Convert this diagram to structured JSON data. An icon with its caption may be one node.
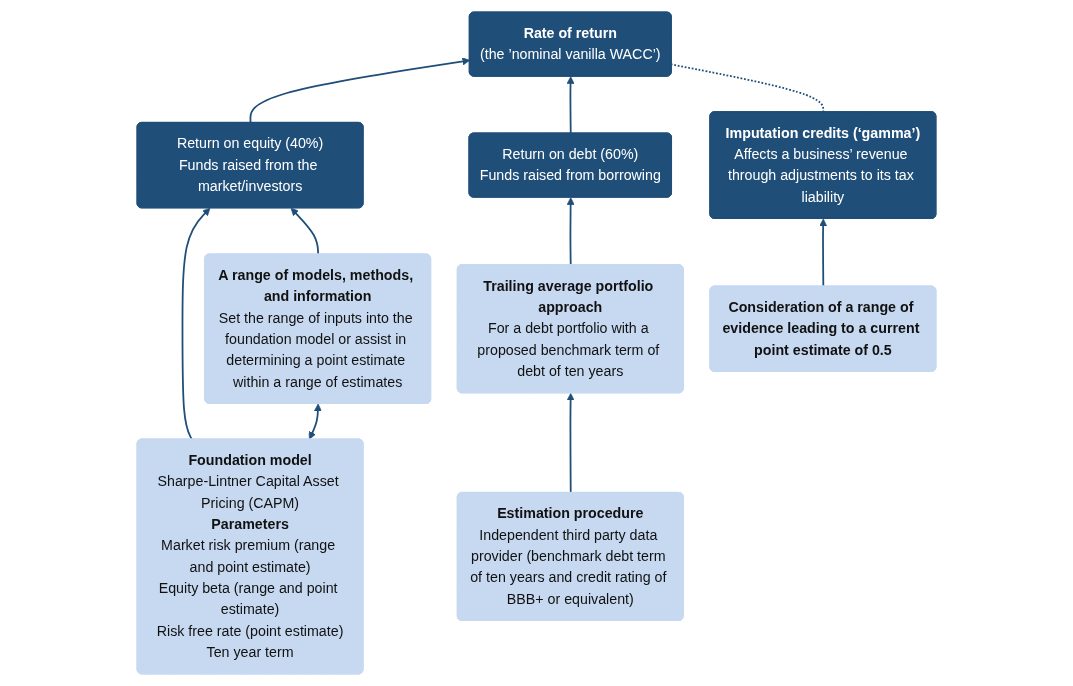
{
  "diagram": {
    "nodes": [
      {
        "text": [
          "Rate of return",
          "(the ’nominal vanilla WACC’)"
        ]
      },
      {
        "text": [
          "Return on equity (40%)",
          "Funds raised from the market/investors"
        ]
      },
      {
        "text": [
          "Return on debt (60%)",
          "Funds raised from borrowing"
        ]
      },
      {
        "text": [
          "Imputation credits (‘gamma’)",
          "Affects a business’ revenue through adjustments to its tax liability"
        ]
      },
      {
        "text": [
          "Foundation model",
          "Sharpe-Lintner Capital Asset Pricing (CAPM)",
          "Parameters",
          "Market risk premium (range and point estimate)",
          "Equity beta (range and point estimate)",
          "Risk free rate (point estimate)",
          "Ten year term"
        ]
      },
      {
        "text": [
          "A range of models, methods, and information",
          "Set the range of inputs into the foundation model or assist in determining a point estimate within a range of estimates"
        ]
      },
      {
        "text": [
          "Trailing average portfolio approach",
          "For a debt portfolio with a proposed benchmark term of debt of ten years"
        ]
      },
      {
        "text": [
          "Estimation procedure",
          "Independent third party data provider (benchmark debt term of ten years and credit rating of BBB+ or equivalent)"
        ]
      },
      {
        "text": [
          "Consideration of a range of evidence leading to a current point estimate of 0.5"
        ]
      }
    ],
    "edges": [
      {
        "from": 1,
        "to": 0,
        "arrow": "to"
      },
      {
        "from": 2,
        "to": 0,
        "arrow": "to"
      },
      {
        "from": 3,
        "to": 0,
        "arrow": "none",
        "style": "dashed"
      },
      {
        "from": 4,
        "to": 1,
        "arrow": "to"
      },
      {
        "from": 5,
        "to": 1,
        "arrow": "to"
      },
      {
        "from": 4,
        "to": 5,
        "arrow": "both"
      },
      {
        "from": 6,
        "to": 2,
        "arrow": "to"
      },
      {
        "from": 7,
        "to": 6,
        "arrow": "to"
      },
      {
        "from": 8,
        "to": 3,
        "arrow": "to"
      }
    ]
  }
}
